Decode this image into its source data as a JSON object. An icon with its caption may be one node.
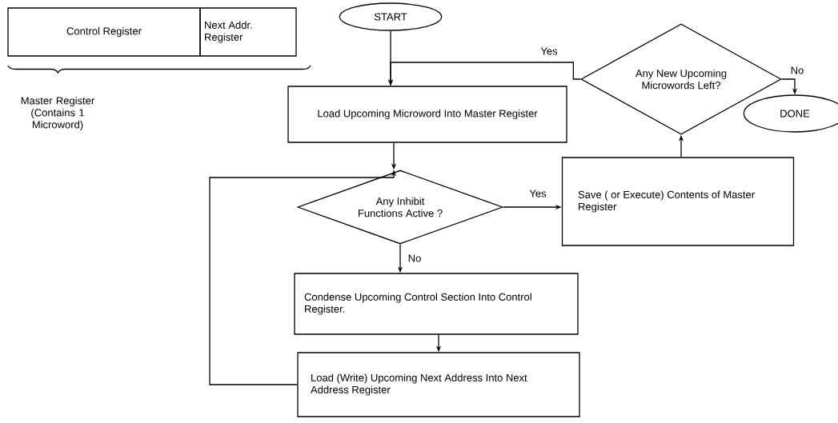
{
  "diagram": {
    "nodes": [
      {
        "text": [
          "Control Register"
        ]
      },
      {
        "text": [
          "Next Addr. Register"
        ]
      },
      {
        "text": [
          "START"
        ]
      },
      {
        "text": [
          "Load Upcoming Microword Into Master Register"
        ]
      },
      {
        "text": [
          "Any Inhibit Functions Active ?"
        ]
      },
      {
        "text": [
          "Condense Upcoming Control Section Into Control Register."
        ]
      },
      {
        "text": [
          "Load (Write) Upcoming Next Address Into Next Address Register"
        ]
      },
      {
        "text": [
          "Save ( or Execute) Contents of Master Register"
        ]
      },
      {
        "text": [
          "Any New Upcoming Microwords Left?"
        ]
      },
      {
        "text": [
          "DONE"
        ]
      }
    ],
    "edges": [
      {
        "from": 2,
        "to": 3,
        "arrow": "to"
      },
      {
        "from": 8,
        "to": 3,
        "arrow": "to",
        "label": "Yes"
      },
      {
        "from": 3,
        "to": 4,
        "arrow": "to"
      },
      {
        "from": 6,
        "to": 4,
        "arrow": "to"
      },
      {
        "from": 4,
        "to": 7,
        "arrow": "to",
        "label": "Yes"
      },
      {
        "from": 4,
        "to": 5,
        "arrow": "to",
        "label": "No"
      },
      {
        "from": 5,
        "to": 6,
        "arrow": "to"
      },
      {
        "from": 7,
        "to": 8,
        "arrow": "to"
      },
      {
        "from": 8,
        "to": 9,
        "arrow": "to",
        "label": "No"
      }
    ],
    "labels": [
      "Master Register (Contains 1 Microword)"
    ]
  }
}
